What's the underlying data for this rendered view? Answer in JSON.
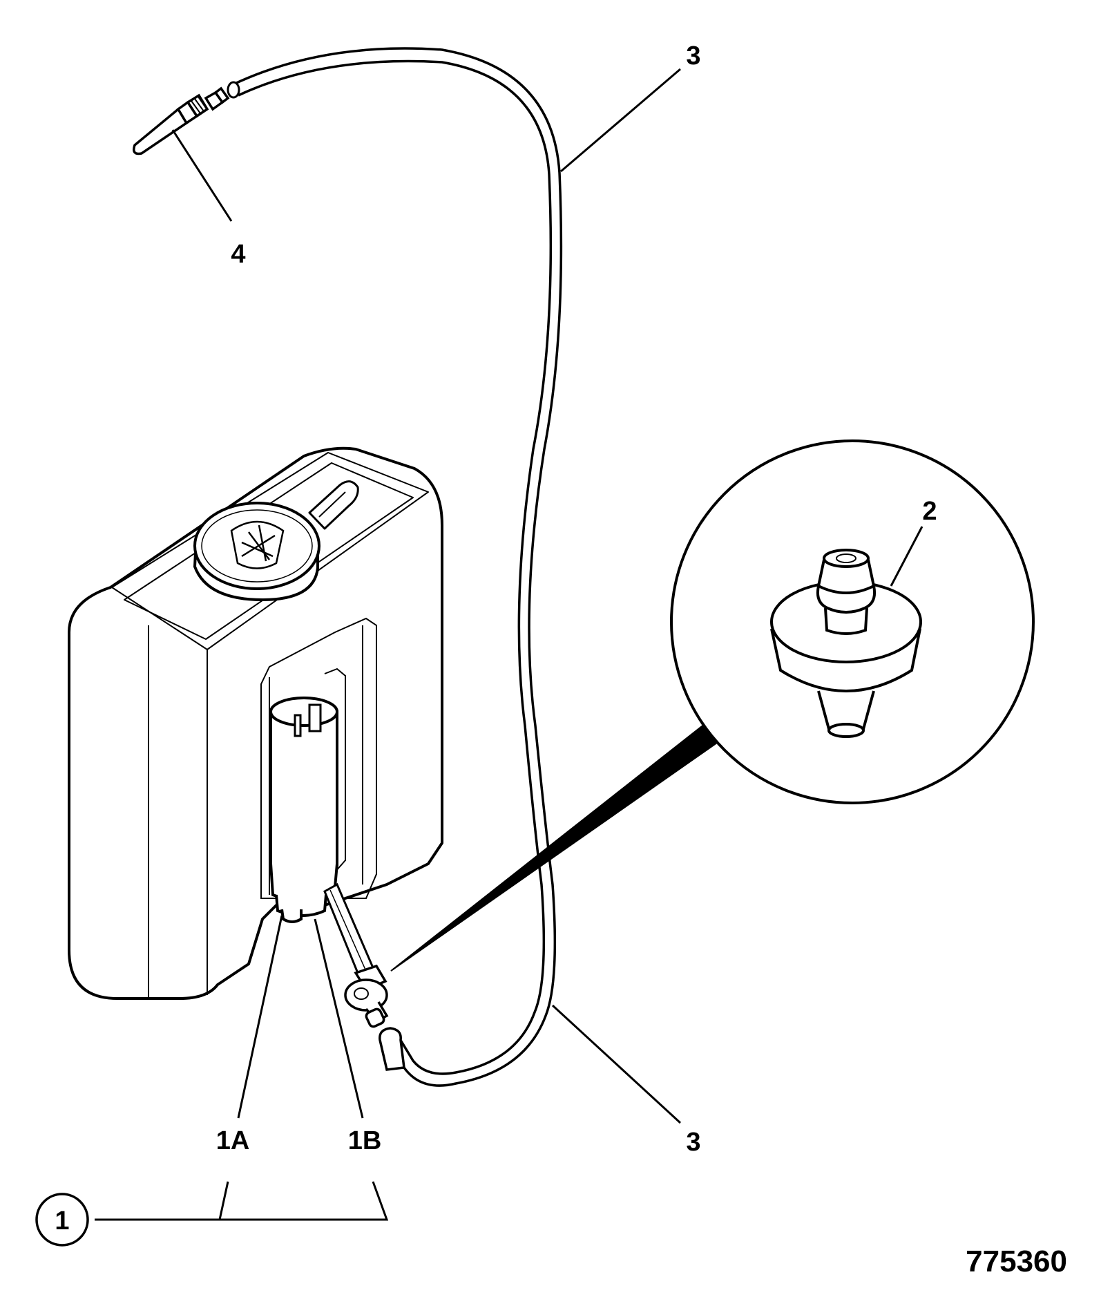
{
  "callouts": {
    "nozzle": "4",
    "hose_top": "3",
    "hose_bottom": "3",
    "check_valve": "2",
    "pump_part_a": "1A",
    "pump_part_b": "1B",
    "assembly": "1"
  },
  "figure_number": "775360",
  "colors": {
    "line": "#000000",
    "fill": "#ffffff"
  }
}
